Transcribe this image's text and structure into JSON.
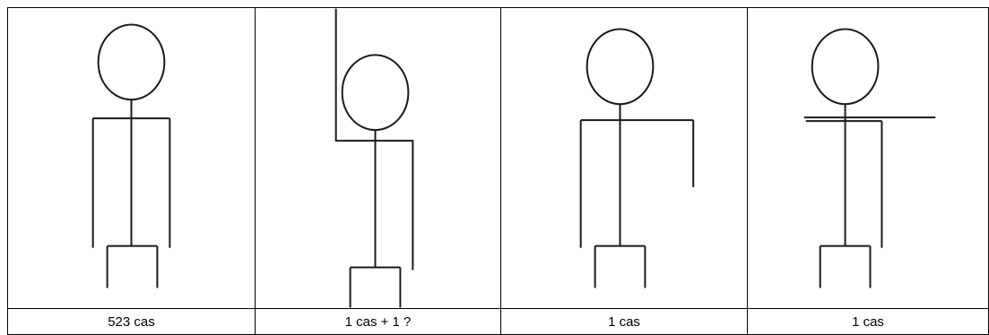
{
  "figures": [
    {
      "caption": "523 cas",
      "variant": "standard"
    },
    {
      "caption": "1 cas + 1 ?",
      "variant": "arm-raised"
    },
    {
      "caption": "1 cas",
      "variant": "arm-bent"
    },
    {
      "caption": "1 cas",
      "variant": "arm-horizontal"
    }
  ],
  "colors": {
    "stroke": "#1a1a1a",
    "border": "#000000",
    "background": "#ffffff"
  }
}
